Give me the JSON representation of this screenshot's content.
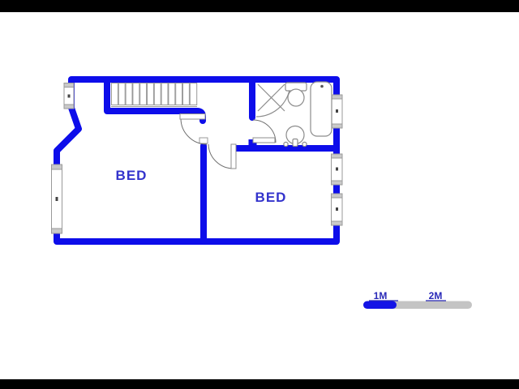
{
  "floor_plan": {
    "rooms": [
      {
        "id": "bed-1",
        "label": "BED"
      },
      {
        "id": "bed-2",
        "label": "BED"
      }
    ],
    "fixtures": [
      "staircase",
      "shower",
      "toilet",
      "basin",
      "bathtub"
    ],
    "colors": {
      "wall": "#0d0dea",
      "room_label": "#3333cc",
      "fixture_outline": "#8c8c8c",
      "door_arc": "#707070",
      "window_fill": "#ffffff",
      "window_border": "#9a9a9a",
      "window_cap": "#c9c9c9",
      "background": "#ffffff",
      "letterbox": "#000000"
    }
  },
  "scale_bar": {
    "labels": [
      {
        "text": "1M"
      },
      {
        "text": "2M"
      }
    ],
    "colors": {
      "filled": "#1414e6",
      "empty": "#c4c4c4",
      "text": "#2929b8"
    }
  }
}
